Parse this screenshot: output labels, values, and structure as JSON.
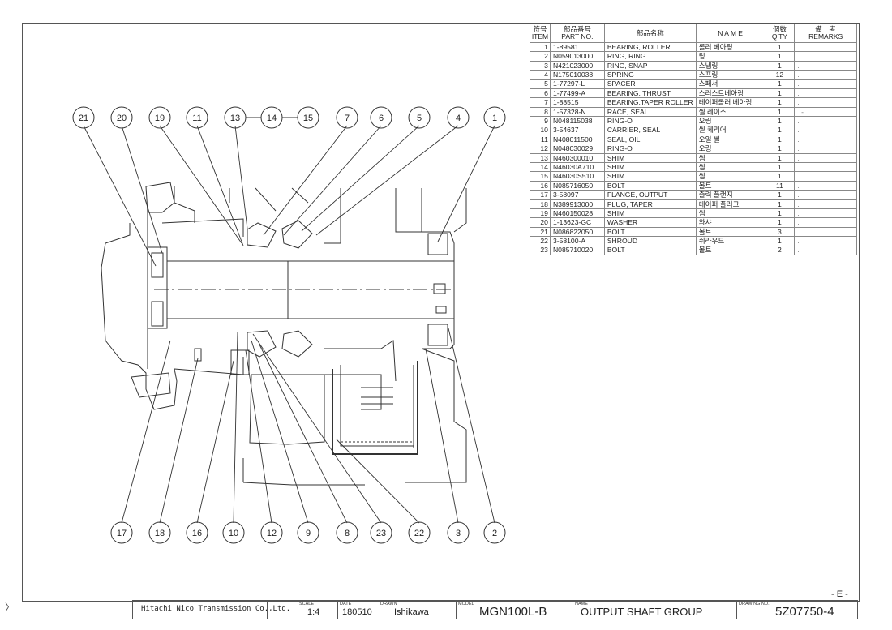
{
  "table": {
    "headers": {
      "item_jp": "符号",
      "item_en": "ITEM",
      "part_jp": "部品番号",
      "part_en": "PART NO.",
      "name_jp": "部品名称",
      "name_en": "N A M E",
      "qty_jp": "個数",
      "qty_en": "Q'TY",
      "rem_jp": "備　考",
      "rem_en": "REMARKS"
    },
    "rows": [
      {
        "item": "1",
        "part": "1-89581",
        "name": "BEARING, ROLLER",
        "ko": "롤러 베아링",
        "qty": "1",
        "rem": "."
      },
      {
        "item": "2",
        "part": "N059013000",
        "name": "RING, RING",
        "ko": "링",
        "qty": "1",
        "rem": ". ."
      },
      {
        "item": "3",
        "part": "N421023000",
        "name": "RING, SNAP",
        "ko": "스냅링",
        "qty": "1",
        "rem": "."
      },
      {
        "item": "4",
        "part": "N175010038",
        "name": "SPRING",
        "ko": "스프링",
        "qty": "12",
        "rem": "."
      },
      {
        "item": "5",
        "part": "1-77297-L",
        "name": "SPACER",
        "ko": "스페서",
        "qty": "1",
        "rem": "."
      },
      {
        "item": "6",
        "part": "1-77499-A",
        "name": "BEARING, THRUST",
        "ko": "스러스트베아링",
        "qty": "1",
        "rem": "."
      },
      {
        "item": "7",
        "part": "1-88515",
        "name": "BEARING,TAPER ROLLER",
        "ko": "테이퍼롤러 베아링",
        "qty": "1",
        "rem": "."
      },
      {
        "item": "8",
        "part": "1-57328-N",
        "name": "RACE, SEAL",
        "ko": "씰 레이스",
        "qty": "1",
        "rem": ". -"
      },
      {
        "item": "9",
        "part": "N048115038",
        "name": "RING-O",
        "ko": "오링",
        "qty": "1",
        "rem": "."
      },
      {
        "item": "10",
        "part": "3-54637",
        "name": "CARRIER, SEAL",
        "ko": "씰 케리어",
        "qty": "1",
        "rem": "."
      },
      {
        "item": "11",
        "part": "N408011500",
        "name": "SEAL, OIL",
        "ko": "오일 씰",
        "qty": "1",
        "rem": "."
      },
      {
        "item": "12",
        "part": "N048030029",
        "name": "RING-O",
        "ko": "오링",
        "qty": "1",
        "rem": "."
      },
      {
        "item": "13",
        "part": "N460300010",
        "name": "SHIM",
        "ko": "씸",
        "qty": "1",
        "rem": "."
      },
      {
        "item": "14",
        "part": "N46030A710",
        "name": "SHIM",
        "ko": "씸",
        "qty": "1",
        "rem": "."
      },
      {
        "item": "15",
        "part": "N46030S510",
        "name": "SHIM",
        "ko": "씸",
        "qty": "1",
        "rem": "."
      },
      {
        "item": "16",
        "part": "N085716050",
        "name": "BOLT",
        "ko": "볼트",
        "qty": "11",
        "rem": "."
      },
      {
        "item": "17",
        "part": "3-58097",
        "name": "FLANGE, OUTPUT",
        "ko": "출력 플랜지",
        "qty": "1",
        "rem": "."
      },
      {
        "item": "18",
        "part": "N389913000",
        "name": "PLUG, TAPER",
        "ko": "테이퍼 플러그",
        "qty": "1",
        "rem": "."
      },
      {
        "item": "19",
        "part": "N460150028",
        "name": "SHIM",
        "ko": "씸",
        "qty": "1",
        "rem": "."
      },
      {
        "item": "20",
        "part": "1-13623-GC",
        "name": "WASHER",
        "ko": "와샤",
        "qty": "1",
        "rem": "."
      },
      {
        "item": "21",
        "part": "N086822050",
        "name": "BOLT",
        "ko": "볼트",
        "qty": "3",
        "rem": "."
      },
      {
        "item": "22",
        "part": "3-58100-A",
        "name": "SHROUD",
        "ko": "쉬라우드",
        "qty": "1",
        "rem": "."
      },
      {
        "item": "23",
        "part": "N085710020",
        "name": "BOLT",
        "ko": "볼트",
        "qty": "2",
        "rem": "."
      }
    ]
  },
  "callouts": {
    "top": [
      "21",
      "20",
      "19",
      "11",
      "13",
      "14",
      "15",
      "7",
      "6",
      "5",
      "4",
      "1"
    ],
    "bottom": [
      "17",
      "18",
      "16",
      "10",
      "12",
      "9",
      "8",
      "23",
      "22",
      "3",
      "2"
    ]
  },
  "title_block": {
    "company": "Hitachi Nico Transmission Co.,Ltd.",
    "scale_label": "SCALE",
    "scale": "1:4",
    "date_label": "DATE",
    "date": "180510",
    "drawn_label": "DRAWN",
    "drawn": "Ishikawa",
    "model_label": "MODEL",
    "model": "MGN100L-B",
    "name_label": "NAME",
    "name": "OUTPUT SHAFT GROUP",
    "drawing_no_label": "DRAWING NO.",
    "drawing_no": "5Z07750-4"
  },
  "revision_mark": "- E -",
  "side_mark": "〉"
}
